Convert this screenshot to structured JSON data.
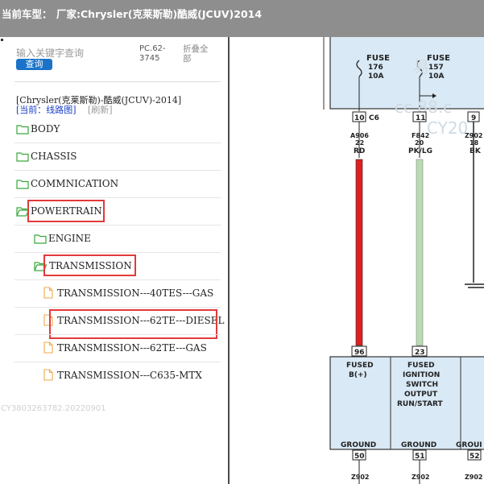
{
  "titlebar": {
    "label": "当前车型：",
    "model": "厂家:Chrysler(克莱斯勒)酷威(JCUV)2014"
  },
  "search": {
    "placeholder": "输入关键字查询",
    "button": "查询",
    "code_line1": "PC.62-",
    "code_line2": "3745",
    "collapse_line1": "折叠全",
    "collapse_line2": "部"
  },
  "breadcrumb": {
    "path": "[Chrysler(克莱斯勒)-酷威(JCUV)-2014]",
    "current": "[当前：线路图]",
    "refresh": "[刷新]"
  },
  "tree": {
    "body": "BODY",
    "chassis": "CHASSIS",
    "commnication": "COMMNICATION",
    "powertrain": "POWERTRAIN",
    "engine": "ENGINE",
    "transmission": "TRANSMISSION",
    "t1": "TRANSMISSION---40TES---GAS",
    "t2": "TRANSMISSION---62TE---DIESEL",
    "t3": "TRANSMISSION---62TE---GAS",
    "t4": "TRANSMISSION---C635-MTX"
  },
  "watermark": "CY3803263782.20220901",
  "diagram": {
    "fuse1": "FUSE",
    "fuse1_num": "176",
    "fuse1_amp": "10A",
    "fuse2": "FUSE",
    "fuse2_num": "157",
    "fuse2_amp": "10A",
    "pin1": "10",
    "conn": "C6",
    "pin2": "11",
    "pin3": "9",
    "wire1_id": "A906",
    "wire1_gauge": "22",
    "wire1_color": "RD",
    "wire2_id": "F842",
    "wire2_gauge": "20",
    "wire2_color": "PK/LG",
    "wire3_id": "Z902",
    "wire3_gauge": "18",
    "wire3_color": "BK",
    "pin_bottom1": "96",
    "pin_bottom2": "23",
    "fused_b1": "FUSED",
    "fused_b2": "B(+)",
    "fused_ign1": "FUSED",
    "fused_ign2": "IGNITION",
    "fused_ign3": "SWITCH",
    "fused_ign4": "OUTPUT",
    "fused_ign5": "RUN/START",
    "ground1": "GROUND",
    "ground2": "GROUND",
    "ground3": "GROUI",
    "gpin1": "50",
    "gpin2": "51",
    "gpin3": "52",
    "gw1": "Z902",
    "gw2": "Z902",
    "gw3": "Z902",
    "wm_cn": "易",
    "wm_num": "cc 88.c",
    "wm_y": "CY20"
  },
  "colors": {
    "accent_button": "#1a73c8",
    "highlight_box": "#e23a3a",
    "wire_red": "#e02020",
    "wire_pklg": "#b8dcb0",
    "module_fill": "#d9e9f5"
  }
}
